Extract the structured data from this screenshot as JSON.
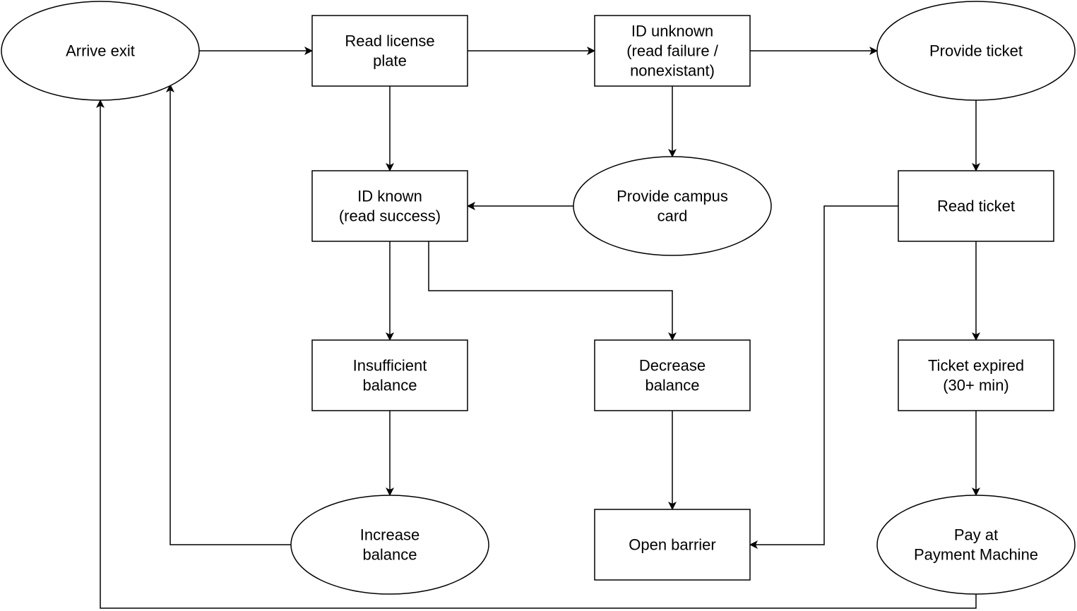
{
  "diagram": {
    "nodes": {
      "arrive_exit": {
        "shape": "ellipse",
        "lines": [
          "Arrive exit"
        ]
      },
      "read_plate": {
        "shape": "rect",
        "lines": [
          "Read license",
          "plate"
        ]
      },
      "id_unknown": {
        "shape": "rect",
        "lines": [
          "ID unknown",
          "(read failure /",
          "nonexistant)"
        ]
      },
      "provide_ticket": {
        "shape": "ellipse",
        "lines": [
          "Provide ticket"
        ]
      },
      "id_known": {
        "shape": "rect",
        "lines": [
          "ID known",
          "(read success)"
        ]
      },
      "provide_campus_card": {
        "shape": "ellipse",
        "lines": [
          "Provide campus",
          "card"
        ]
      },
      "read_ticket": {
        "shape": "rect",
        "lines": [
          "Read ticket"
        ]
      },
      "insufficient_balance": {
        "shape": "rect",
        "lines": [
          "Insufficient",
          "balance"
        ]
      },
      "decrease_balance": {
        "shape": "rect",
        "lines": [
          "Decrease",
          "balance"
        ]
      },
      "ticket_expired": {
        "shape": "rect",
        "lines": [
          "Ticket expired",
          "(30+ min)"
        ]
      },
      "increase_balance": {
        "shape": "ellipse",
        "lines": [
          "Increase",
          "balance"
        ]
      },
      "open_barrier": {
        "shape": "rect",
        "lines": [
          "Open barrier"
        ]
      },
      "pay_machine": {
        "shape": "ellipse",
        "lines": [
          "Pay at",
          "Payment Machine"
        ]
      }
    },
    "edges": [
      {
        "from": "arrive_exit",
        "to": "read_plate"
      },
      {
        "from": "read_plate",
        "to": "id_unknown"
      },
      {
        "from": "id_unknown",
        "to": "provide_ticket"
      },
      {
        "from": "read_plate",
        "to": "id_known"
      },
      {
        "from": "id_unknown",
        "to": "provide_campus_card"
      },
      {
        "from": "provide_campus_card",
        "to": "id_known"
      },
      {
        "from": "provide_ticket",
        "to": "read_ticket"
      },
      {
        "from": "id_known",
        "to": "insufficient_balance"
      },
      {
        "from": "id_known",
        "to": "decrease_balance"
      },
      {
        "from": "read_ticket",
        "to": "open_barrier"
      },
      {
        "from": "read_ticket",
        "to": "ticket_expired"
      },
      {
        "from": "insufficient_balance",
        "to": "increase_balance"
      },
      {
        "from": "decrease_balance",
        "to": "open_barrier"
      },
      {
        "from": "ticket_expired",
        "to": "pay_machine"
      },
      {
        "from": "increase_balance",
        "to": "arrive_exit"
      },
      {
        "from": "pay_machine",
        "to": "arrive_exit"
      }
    ]
  }
}
